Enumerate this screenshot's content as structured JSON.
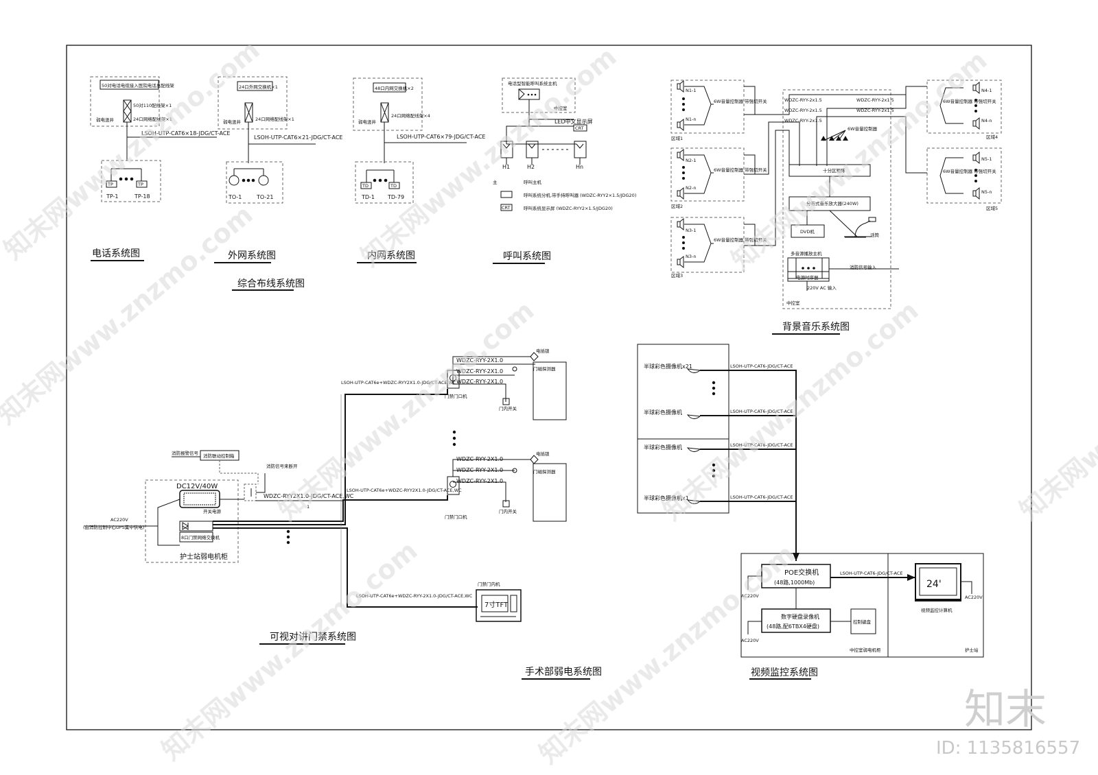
{
  "diagrams": {
    "telephone": {
      "title": "电话系统图",
      "box_label": "50对电话电缆接入医院电话总配线架",
      "module1": "50对110配线架×1",
      "module2": "24口网络配线架×1",
      "cabinet": "弱电竖井",
      "cable": "LSOH-UTP-CAT6×18-JDG/CT-ACE",
      "outlet_symbol": "TP",
      "first": "TP-1",
      "last": "TP-18"
    },
    "external_network": {
      "title": "外网系统图",
      "box_label": "24口外网交换机×1",
      "module": "24口网络配线架×1",
      "cabinet": "弱电竖井",
      "cable": "LSOH-UTP-CAT6×21-JDG/CT-ACE",
      "first": "TO-1",
      "last": "TO-21"
    },
    "internal_network": {
      "title": "内网系统图",
      "box_label": "48口内网交换机×2",
      "module": "24口网络配线架×4",
      "cabinet": "弱电竖井",
      "cable": "LSOH-UTP-CAT6×79-JDG/CT-ACE",
      "outlet_symbol": "TD",
      "first": "TD-1",
      "last": "TD-79"
    },
    "nurse_call": {
      "title": "呼叫系统图",
      "host_label": "电话型智能呼叫系统主机",
      "room": "中控室",
      "display": "LED中文显示屏",
      "crt": "CRT",
      "nodes": [
        "H1",
        "H2",
        "Hn"
      ],
      "legend": [
        {
          "symbol": "主",
          "text": "呼叫主机"
        },
        {
          "symbol": "",
          "text": "呼叫系统分机,带手持呼叫器 (WDZC-RYY2×1.5/JDG20)"
        },
        {
          "symbol": "CRT",
          "text": "呼叫系统显示屏 (WDZC-RYY2×1.5/JDG20)"
        }
      ]
    },
    "integrated_cabling_title": "综合布线系统图",
    "background_music": {
      "title": "背景音乐系统图",
      "zones_left": [
        {
          "first": "N1-1",
          "last": "N1-n",
          "zone": "区域1"
        },
        {
          "first": "N2-1",
          "last": "N2-n",
          "zone": "区域2"
        },
        {
          "first": "N3-1",
          "last": "N3-n",
          "zone": "区域3"
        }
      ],
      "zones_right": [
        {
          "first": "N4-1",
          "last": "N4-n",
          "zone": "区域4"
        },
        {
          "first": "N5-1",
          "last": "N5-n",
          "zone": "区域5"
        }
      ],
      "volume_ctrl": "6W音量控制器 带强切开关",
      "cable": "WDZC-RYY-2x1.5",
      "matrix": "十分区矩阵",
      "amp": "分布式音乐放大器(240W)",
      "dvd": "DVD机",
      "mic": "话筒",
      "source": "多音源播放主机",
      "fire_signal": "消防信号输入",
      "power_seq": "电源时序器",
      "ac_input": "220V AC 输入",
      "room": "中控室",
      "amp_label": "6W音量控制器"
    },
    "intercom": {
      "title": "可视对讲门禁系统图",
      "fire_alarm": "消防报警信号",
      "fire_ctrl": "消防联动控制箱",
      "fire_cut": "消防信号来断开",
      "psu": "DC12V/40W",
      "switch_psu": "开关电源",
      "ac": "AC220V",
      "ups": "(由消防控制中心UPS集中供电)",
      "switch": "8口门禁网络交换机",
      "cabinet": "护士站弱电机柜",
      "wire_main": "WDZC-RYY2X1.0-JDG/CT-ACE,WC",
      "wire_main_count": "1",
      "trunk_top": "LSOH-UTP-CAT6e+WDZC-RYY2X1.0-JDG/CT-ACE,WC",
      "trunk_mid": "LSOH-UTP-CAT6e+WDZC-RYY2X1.0-JDG/CT-ACE,WC",
      "trunk_bottom": "LSOH-UTP-CAT6e+WDZC-RYY-2X1.0-JDG/CT-ACE,WC",
      "door_wire": "WDZC-RYY-2X1.0",
      "lock": "电插锁",
      "door_sensor": "门磁探测器",
      "door_switch": "门内开关",
      "door_unit": "门禁门口机",
      "indoor_title": "门禁门内机",
      "indoor_screen": "7寸TFT"
    },
    "cctv": {
      "title": "视频监控系统图",
      "cameras": [
        "半球彩色摄像机x21",
        "半球彩色摄像机",
        "半球彩色摄像机",
        "半球彩色摄像机x1"
      ],
      "cable": "LSOH-UTP-CAT6-JDG/CT-ACE",
      "poe": "POE交换机",
      "poe_spec": "(48路,1000Mb)",
      "nvr": "数字硬盘录像机",
      "nvr_spec": "(48路,配6TBX4硬盘)",
      "keyboard": "控制键盘",
      "ac": "AC220V",
      "cabinet": "中控室弱电机柜",
      "monitor_size": "24'",
      "monitor": "视频监控计算机",
      "station": "护士站"
    },
    "sheet_title": "手术部弱电系统图"
  },
  "watermark": {
    "text": "知末网www.znzmo.com",
    "logo": "知末",
    "id": "ID: 1135816557"
  },
  "colors": {
    "line": "#111111",
    "dash": "#777777",
    "watermark": "#d9d9d9"
  }
}
